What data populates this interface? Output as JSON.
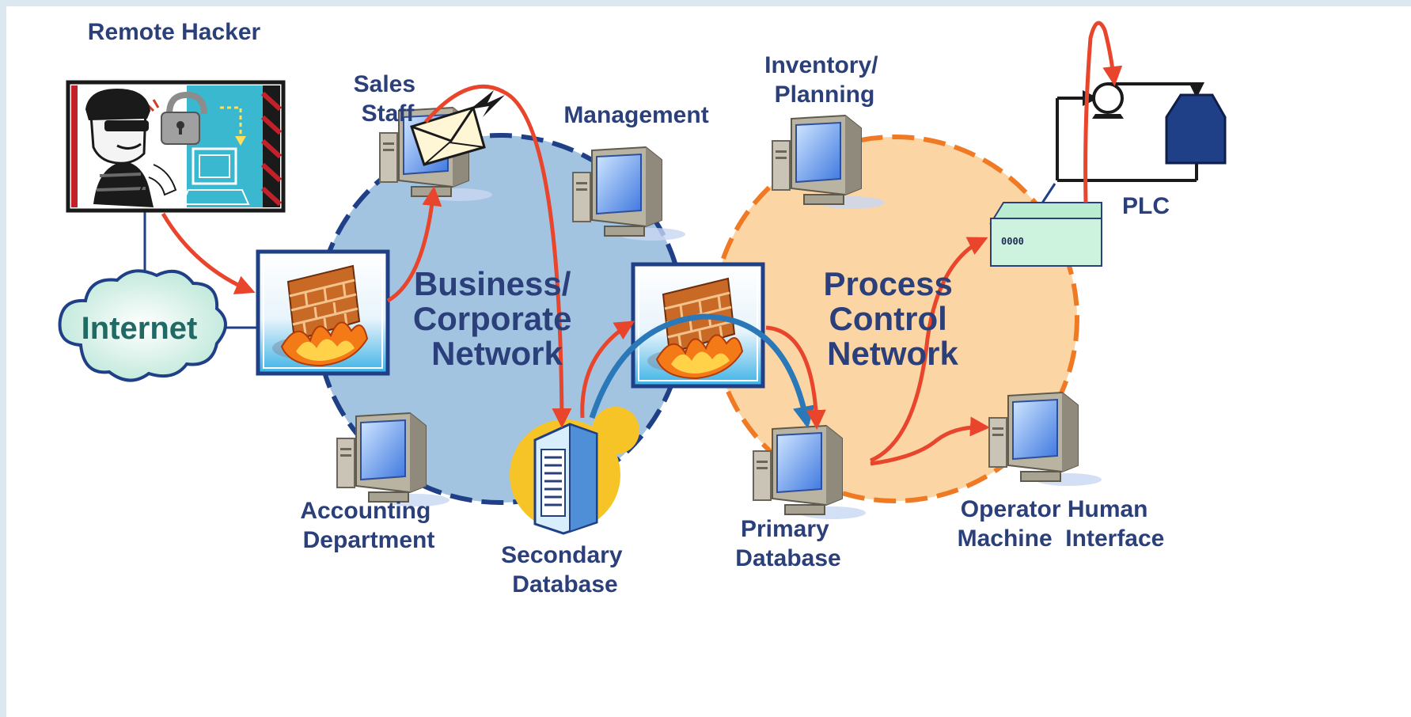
{
  "labels": {
    "remote_hacker": "Remote Hacker",
    "sales_staff": [
      "Sales",
      "Staff"
    ],
    "management": "Management",
    "inventory": [
      "Inventory/",
      "Planning"
    ],
    "plc": "PLC",
    "plc_code": "0000",
    "internet": "Internet",
    "business_network": [
      "Business/",
      "Corporate",
      "Network"
    ],
    "process_network": [
      "Process",
      "Control",
      "Network"
    ],
    "accounting": [
      "Accounting",
      "Department"
    ],
    "secondary_db": [
      "Secondary",
      "Database"
    ],
    "primary_db": [
      "Primary",
      "Database"
    ],
    "operator_hmi": [
      "Operator Human",
      "Machine  Interface"
    ]
  },
  "colors": {
    "label_text": "#2b3f7a",
    "business_network_fill": "#a3c4e0",
    "business_network_border": "#1f3f86",
    "process_network_fill": "#fcd5a4",
    "process_network_border": "#f07a24",
    "attack_path": "#e8452c",
    "return_path": "#2a78b8",
    "internet_text": "#1f6a64"
  },
  "icons": {
    "hacker": "hacker-icon",
    "firewall": "firewall-icon",
    "computer": "computer-icon",
    "email": "email-icon",
    "server": "server-icon",
    "plc": "plc-icon",
    "pump": "pump-icon",
    "tank": "tank-icon",
    "cloud": "cloud-icon"
  }
}
